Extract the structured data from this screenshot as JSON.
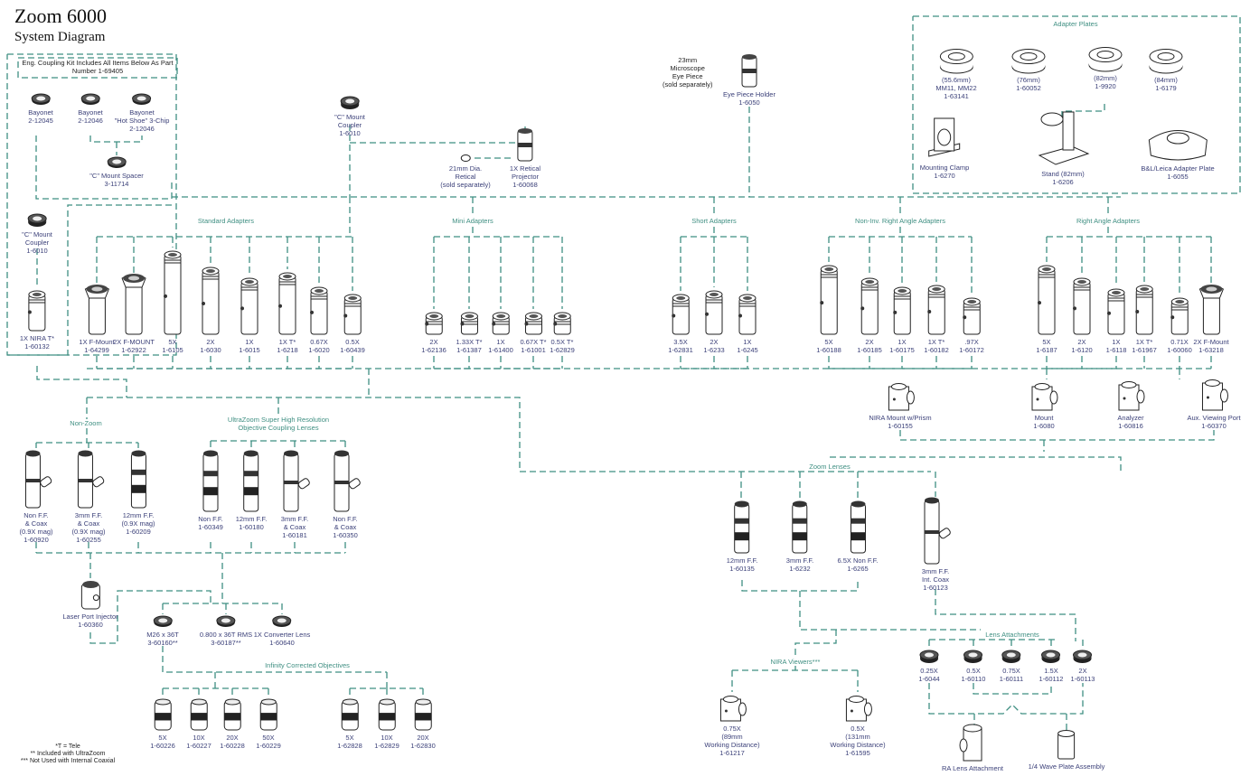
{
  "header": {
    "title": "Zoom 6000",
    "subtitle": "System Diagram"
  },
  "colors": {
    "wire": "#3f8f82",
    "label": "#3a3f78",
    "group_label": "#3f8f82",
    "part_outline": "#222222"
  },
  "coupling_kit": {
    "note": "Eng. Coupling Kit Includes All Items Below As Part Number 1-69405",
    "items": [
      {
        "id": "bay1",
        "icon": "bayonet-ring-icon",
        "label": [
          "Bayonet",
          "2-12045"
        ]
      },
      {
        "id": "bay2",
        "icon": "bayonet-ring-icon",
        "label": [
          "Bayonet",
          "2-12046"
        ]
      },
      {
        "id": "bay3",
        "icon": "bayonet-ring-icon",
        "label": [
          "Bayonet",
          "\"Hot Shoe\" 3-Chip",
          "2-12046"
        ]
      },
      {
        "id": "spacer",
        "icon": "spacer-ring-icon",
        "label": [
          "\"C\" Mount Spacer",
          "3-11714"
        ]
      }
    ]
  },
  "top_parts": [
    {
      "id": "cmc_left",
      "icon": "coupler-icon",
      "label": [
        "\"C\" Mount",
        "Coupler",
        "1-6010"
      ]
    },
    {
      "id": "nira",
      "icon": "adapter-tube-icon",
      "label": [
        "1X NIRA T*",
        "1-60132"
      ]
    },
    {
      "id": "cmc_top",
      "icon": "coupler-icon",
      "label": [
        "\"C\" Mount",
        "Coupler",
        "1-6010"
      ]
    },
    {
      "id": "reticle",
      "icon": "reticle-ring-icon",
      "label": [
        "21mm Dia.",
        "Retical",
        "(sold separately)"
      ]
    },
    {
      "id": "projector",
      "icon": "projector-icon",
      "label": [
        "1X Retical",
        "Projector",
        "1-60068"
      ]
    },
    {
      "id": "eyepiece_note",
      "label": [
        "23mm",
        "Microscope",
        "Eye Piece",
        "(sold separately)"
      ]
    },
    {
      "id": "eyepiece",
      "icon": "eyepiece-holder-icon",
      "label": [
        "Eye Piece Holder",
        "1-6050"
      ]
    }
  ],
  "adapter_plates": {
    "title": "Adapter Plates",
    "items": [
      {
        "id": "ap1",
        "icon": "adapter-plate-icon",
        "label": [
          "(55.6mm)",
          "MM11, MM22",
          "1-63141"
        ]
      },
      {
        "id": "ap2",
        "icon": "adapter-plate-icon",
        "label": [
          "(76mm)",
          "1-60052"
        ]
      },
      {
        "id": "ap3",
        "icon": "adapter-plate-icon",
        "label": [
          "(82mm)",
          "1-9920"
        ]
      },
      {
        "id": "ap4",
        "icon": "adapter-plate-icon",
        "label": [
          "(84mm)",
          "1-6179"
        ]
      },
      {
        "id": "clamp",
        "icon": "mounting-clamp-icon",
        "label": [
          "Mounting Clamp",
          "1-6270"
        ]
      },
      {
        "id": "stand",
        "icon": "stand-icon",
        "label": [
          "Stand (82mm)",
          "1-6206"
        ]
      },
      {
        "id": "bl",
        "icon": "leica-plate-icon",
        "label": [
          "B&L/Leica Adapter Plate",
          "1-6055"
        ]
      }
    ]
  },
  "groups": {
    "standard": {
      "title": "Standard Adapters",
      "items": [
        {
          "label": [
            "1X F-Mount",
            "1-64299"
          ],
          "icon": "f-mount-adapter-icon"
        },
        {
          "label": [
            "2X F-MOUNT",
            "1-62922"
          ],
          "icon": "f-mount-adapter-icon"
        },
        {
          "label": [
            "5X",
            "1-6105"
          ],
          "icon": "adapter-tube-icon"
        },
        {
          "label": [
            "2X",
            "1-6030"
          ],
          "icon": "adapter-tube-icon"
        },
        {
          "label": [
            "1X",
            "1-6015"
          ],
          "icon": "adapter-tube-icon"
        },
        {
          "label": [
            "1X T*",
            "1-6218"
          ],
          "icon": "adapter-tube-icon"
        },
        {
          "label": [
            "0.67X",
            "1-6020"
          ],
          "icon": "adapter-tube-icon"
        },
        {
          "label": [
            "0.5X",
            "1-60439"
          ],
          "icon": "adapter-tube-icon"
        }
      ]
    },
    "mini": {
      "title": "Mini Adapters",
      "items": [
        {
          "label": [
            "2X",
            "1-62136"
          ],
          "icon": "adapter-tube-icon"
        },
        {
          "label": [
            "1.33X T*",
            "1-61387"
          ],
          "icon": "adapter-tube-icon"
        },
        {
          "label": [
            "1X",
            "1-61400"
          ],
          "icon": "adapter-tube-icon"
        },
        {
          "label": [
            "0.67X T*",
            "1-61001"
          ],
          "icon": "adapter-tube-icon"
        },
        {
          "label": [
            "0.5X T*",
            "1-62829"
          ],
          "icon": "adapter-tube-icon"
        }
      ]
    },
    "short": {
      "title": "Short Adapters",
      "items": [
        {
          "label": [
            "3.5X",
            "1-62831"
          ],
          "icon": "adapter-tube-icon"
        },
        {
          "label": [
            "2X",
            "1-6233"
          ],
          "icon": "adapter-tube-icon"
        },
        {
          "label": [
            "1X",
            "1-6245"
          ],
          "icon": "adapter-tube-icon"
        }
      ]
    },
    "noninv": {
      "title": "Non-Inv. Right Angle Adapters",
      "items": [
        {
          "label": [
            "5X",
            "1-60188"
          ],
          "icon": "adapter-tube-icon"
        },
        {
          "label": [
            "2X",
            "1-60185"
          ],
          "icon": "adapter-tube-icon"
        },
        {
          "label": [
            "1X",
            "1-60175"
          ],
          "icon": "adapter-tube-icon"
        },
        {
          "label": [
            "1X T*",
            "1-60182"
          ],
          "icon": "adapter-tube-icon"
        },
        {
          "label": [
            ".97X",
            "1-60172"
          ],
          "icon": "adapter-tube-icon"
        }
      ]
    },
    "rightangle": {
      "title": "Right Angle Adapters",
      "items": [
        {
          "label": [
            "5X",
            "1-6187"
          ],
          "icon": "adapter-tube-icon"
        },
        {
          "label": [
            "2X",
            "1-6120"
          ],
          "icon": "adapter-tube-icon"
        },
        {
          "label": [
            "1X",
            "1-6118"
          ],
          "icon": "adapter-tube-icon"
        },
        {
          "label": [
            "1X T*",
            "1-61967"
          ],
          "icon": "adapter-tube-icon"
        },
        {
          "label": [
            "0.71X",
            "1-60060"
          ],
          "icon": "adapter-tube-icon"
        },
        {
          "label": [
            "2X F-Mount",
            "1-63218"
          ],
          "icon": "f-mount-adapter-icon"
        }
      ]
    },
    "prisms": {
      "items": [
        {
          "label": [
            "NIRA Mount w/Prism",
            "1-60155"
          ],
          "icon": "prism-cube-icon"
        },
        {
          "label": [
            "Mount",
            "1-6080"
          ],
          "icon": "prism-cube-icon"
        },
        {
          "label": [
            "Analyzer",
            "1-60816"
          ],
          "icon": "analyzer-icon"
        },
        {
          "label": [
            "Aux. Viewing Port",
            "1-60370"
          ],
          "icon": "prism-cube-icon"
        }
      ]
    },
    "nonzoom": {
      "title": "Non-Zoom",
      "items": [
        {
          "label": [
            "Non F.F.",
            "& Coax",
            "(0.9X mag)",
            "1-60920"
          ],
          "icon": "lens-coax-icon"
        },
        {
          "label": [
            "3mm F.F.",
            "& Coax",
            "(0.9X mag)",
            "1-60255"
          ],
          "icon": "lens-coax-icon"
        },
        {
          "label": [
            "12mm F.F.",
            "(0.9X mag)",
            "1-60209"
          ],
          "icon": "zoom-lens-icon"
        }
      ]
    },
    "ultrazoom": {
      "title": "UltraZoom Super High Resolution\nObjective Coupling Lenses",
      "items": [
        {
          "label": [
            "Non F.F.",
            "1-60349"
          ],
          "icon": "zoom-lens-icon"
        },
        {
          "label": [
            "12mm F.F.",
            "1-60180"
          ],
          "icon": "zoom-lens-icon"
        },
        {
          "label": [
            "3mm F.F.",
            "& Coax",
            "1-60181"
          ],
          "icon": "lens-coax-icon"
        },
        {
          "label": [
            "Non F.F.",
            "& Coax",
            "1-60350"
          ],
          "icon": "lens-coax-icon"
        }
      ]
    },
    "laser": {
      "label": [
        "Laser Port Injector",
        "1-60360"
      ],
      "icon": "laser-port-icon"
    },
    "objective_adapters": {
      "items": [
        {
          "label": [
            "M26 x 36T",
            "3-60160**"
          ],
          "icon": "small-ring-icon"
        },
        {
          "label": [
            "0.800 x 36T RMS",
            "3-60187**"
          ],
          "icon": "small-ring-icon"
        },
        {
          "label": [
            "1X Converter Lens",
            "1-60640"
          ],
          "icon": "small-ring-icon"
        }
      ]
    },
    "infinity": {
      "title": "Infinity Corrected Objectives",
      "items_a": [
        {
          "label": [
            "5X",
            "1-60226"
          ],
          "icon": "objective-icon"
        },
        {
          "label": [
            "10X",
            "1-60227"
          ],
          "icon": "objective-icon"
        },
        {
          "label": [
            "20X",
            "1-60228"
          ],
          "icon": "objective-icon"
        },
        {
          "label": [
            "50X",
            "1-60229"
          ],
          "icon": "objective-icon"
        }
      ],
      "items_b": [
        {
          "label": [
            "5X",
            "1-62828"
          ],
          "icon": "objective-icon"
        },
        {
          "label": [
            "10X",
            "1-62829"
          ],
          "icon": "objective-icon"
        },
        {
          "label": [
            "20X",
            "1-62830"
          ],
          "icon": "objective-icon"
        }
      ]
    },
    "zoom": {
      "title": "Zoom Lenses",
      "items": [
        {
          "label": [
            "12mm F.F.",
            "1-60135"
          ],
          "icon": "zoom-lens-icon"
        },
        {
          "label": [
            "3mm F.F.",
            "1-6232"
          ],
          "icon": "zoom-lens-icon"
        },
        {
          "label": [
            "6.5X Non F.F.",
            "1-6265"
          ],
          "icon": "zoom-lens-icon"
        },
        {
          "label": [
            "3mm F.F.",
            "Int. Coax",
            "1-60123"
          ],
          "icon": "lens-coax-icon"
        }
      ]
    },
    "nira_viewers": {
      "title": "NIRA Viewers***",
      "items": [
        {
          "label": [
            "0.75X",
            "(89mm",
            "Working Distance)",
            "1-61217"
          ],
          "icon": "prism-cube-icon"
        },
        {
          "label": [
            "0.5X",
            "(131mm",
            "Working Distance)",
            "1-61595"
          ],
          "icon": "prism-cube-icon"
        }
      ]
    },
    "lens_attach": {
      "title": "Lens Attachments",
      "items": [
        {
          "label": [
            "0.25X",
            "1-6044"
          ],
          "icon": "small-ring-icon"
        },
        {
          "label": [
            "0.5X",
            "1-60110"
          ],
          "icon": "small-ring-icon"
        },
        {
          "label": [
            "0.75X",
            "1-60111"
          ],
          "icon": "small-ring-icon"
        },
        {
          "label": [
            "1.5X",
            "1-60112"
          ],
          "icon": "small-ring-icon"
        },
        {
          "label": [
            "2X",
            "1-60113"
          ],
          "icon": "small-ring-icon"
        }
      ]
    },
    "bottom_right": {
      "items": [
        {
          "label": [
            "RA Lens Attachment"
          ],
          "icon": "ra-attachment-icon"
        },
        {
          "label": [
            "1/4 Wave Plate Assembly"
          ],
          "icon": "wave-plate-icon"
        }
      ]
    }
  },
  "legend": [
    "*T = Tele",
    "** Included with UltraZoom",
    "*** Not Used with Internal Coaxial"
  ]
}
